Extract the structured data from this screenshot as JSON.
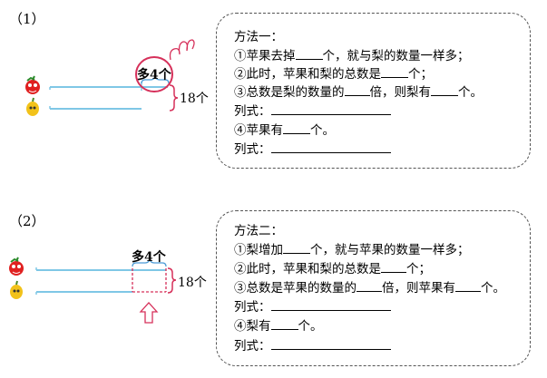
{
  "part1": {
    "label": "（1）",
    "diagram": {
      "more_label": "多4个",
      "total_label": "18个"
    },
    "method_box": {
      "title": "方法一：",
      "q1_pre": "①苹果去掉",
      "q1_post": "个，就与梨的数量一样多；",
      "q2_pre": "②此时，苹果和梨的总数是",
      "q2_post": "个；",
      "q3_pre": "③总数是梨的数量的",
      "q3_mid": "倍，则梨有",
      "q3_post": "个。",
      "formula_a": "列式：",
      "q4_pre": "④苹果有",
      "q4_post": "个。",
      "formula_b": "列式："
    }
  },
  "part2": {
    "label": "（2）",
    "diagram": {
      "more_label": "多4个",
      "total_label": "18个"
    },
    "method_box": {
      "title": "方法二：",
      "q1_pre": "①梨增加",
      "q1_post": "个，就与苹果的数量一样多；",
      "q2_pre": "②此时，苹果和梨的总数是",
      "q2_post": "个；",
      "q3_pre": "③总数是苹果的数量的",
      "q3_mid": "倍，则苹果有",
      "q3_post": "个。",
      "formula_a": "列式：",
      "q4_pre": "④梨有",
      "q4_post": "个。",
      "formula_b": "列式："
    }
  },
  "colors": {
    "bar": "#7fc7e6",
    "highlight": "#d6305a",
    "dashed": "#d6305a"
  },
  "icons": [
    "apple-icon",
    "pear-icon",
    "scribble-annotation",
    "up-arrow-icon"
  ]
}
